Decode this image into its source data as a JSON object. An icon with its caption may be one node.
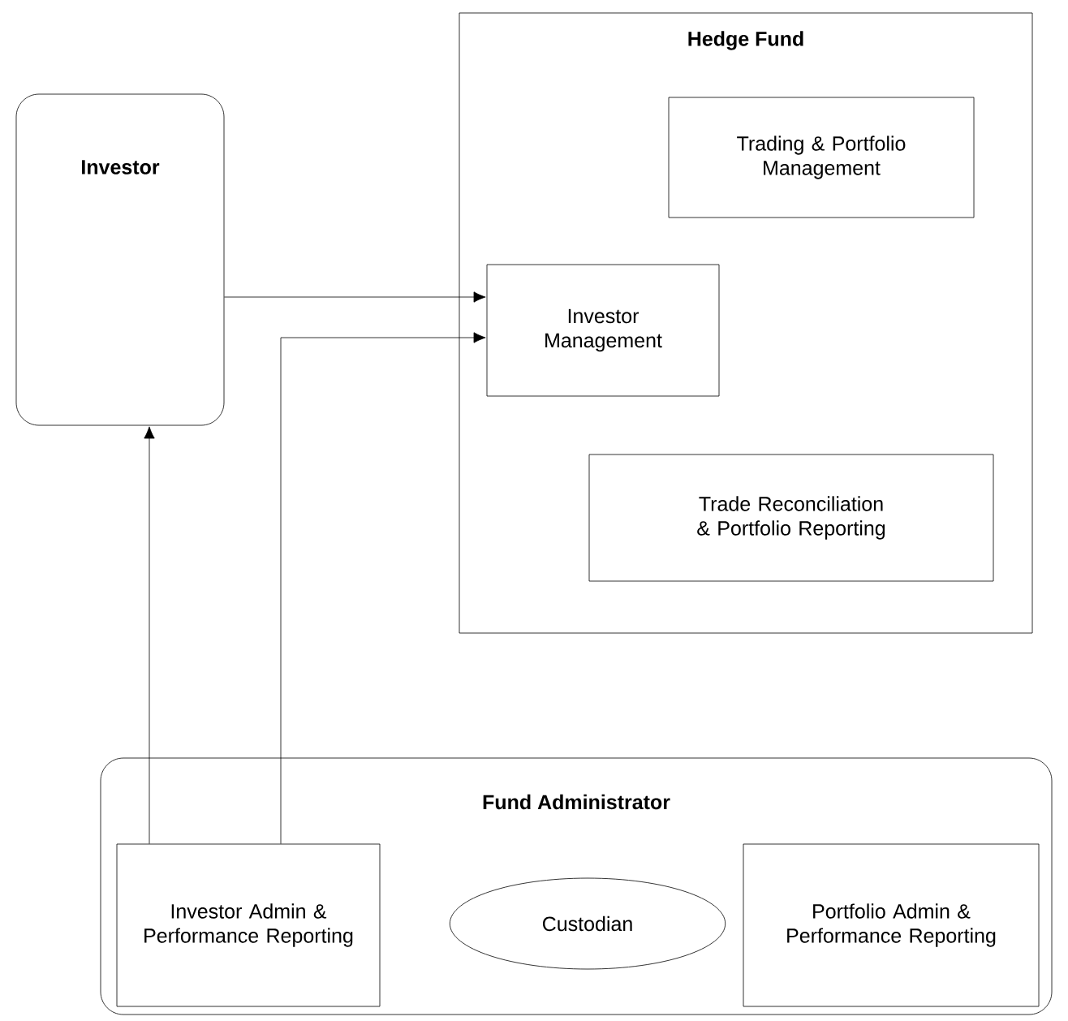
{
  "diagram": {
    "nodes": [
      {
        "text": [
          "Investor"
        ]
      },
      {
        "text": [
          "Hedge Fund"
        ]
      },
      {
        "text": [
          "Trading & Portfolio Management"
        ],
        "in": 1
      },
      {
        "text": [
          "Investor Management"
        ],
        "in": 1
      },
      {
        "text": [
          "Trade Reconciliation & Portfolio Reporting"
        ],
        "in": 1
      },
      {
        "text": [
          "Fund Administrator"
        ]
      },
      {
        "text": [
          "Investor Admin & Performance Reporting"
        ],
        "in": 5
      },
      {
        "text": [
          "Custodian"
        ],
        "in": 5
      },
      {
        "text": [
          "Portfolio Admin & Performance Reporting"
        ],
        "in": 5
      }
    ],
    "edges": [
      {
        "from": 0,
        "to": 3,
        "arrow": "to"
      },
      {
        "from": 6,
        "to": 3,
        "arrow": "to"
      },
      {
        "from": 6,
        "to": 0,
        "arrow": "to"
      }
    ]
  }
}
